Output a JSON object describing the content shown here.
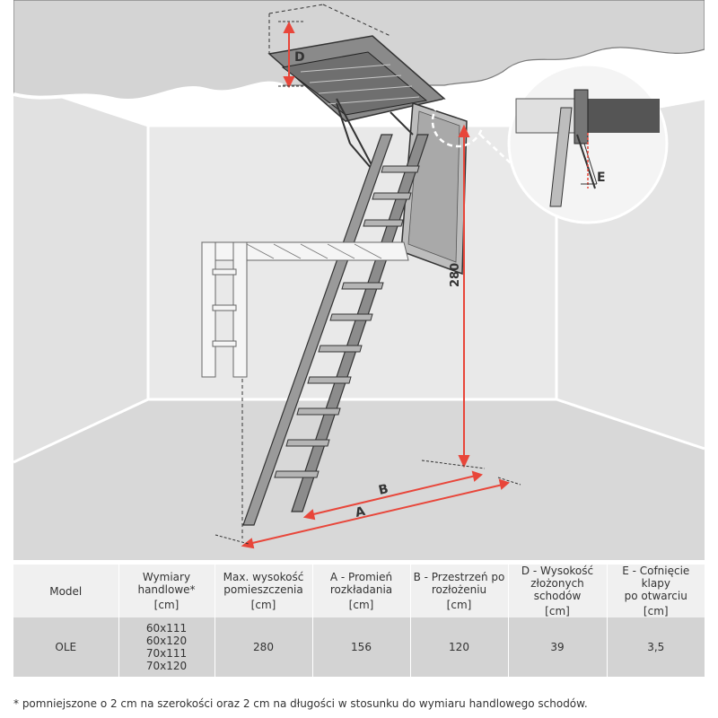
{
  "diagram": {
    "labels": {
      "d": "D",
      "e": "E",
      "a": "A",
      "b": "B",
      "height": "280"
    },
    "colors": {
      "dimension": "#e8463a",
      "wall": "#e3e3e3",
      "floor": "#d6d6d6",
      "ceiling": "#d9d9d9",
      "outline": "#444444"
    }
  },
  "table": {
    "headers": [
      {
        "lines": [
          "Model"
        ],
        "unit": ""
      },
      {
        "lines": [
          "Wymiary",
          "handlowe*"
        ],
        "unit": "[cm]"
      },
      {
        "lines": [
          "Max. wysokość",
          "pomieszczenia"
        ],
        "unit": "[cm]"
      },
      {
        "lines": [
          "A - Promień",
          "rozkładania"
        ],
        "unit": "[cm]"
      },
      {
        "lines": [
          "B - Przestrzeń po",
          "rozłożeniu"
        ],
        "unit": "[cm]"
      },
      {
        "lines": [
          "D - Wysokość",
          "złożonych schodów"
        ],
        "unit": "[cm]"
      },
      {
        "lines": [
          "E - Cofnięcie klapy",
          "po otwarciu"
        ],
        "unit": "[cm]"
      }
    ],
    "row": {
      "model": "OLE",
      "sizes": [
        "60x111",
        "60x120",
        "70x111",
        "70x120"
      ],
      "max_height": "280",
      "a": "156",
      "b": "120",
      "d": "39",
      "e": "3,5"
    }
  },
  "footnote": "* pomniejszone o 2 cm na szerokości oraz 2 cm na długości w stosunku do wymiaru handlowego schodów."
}
